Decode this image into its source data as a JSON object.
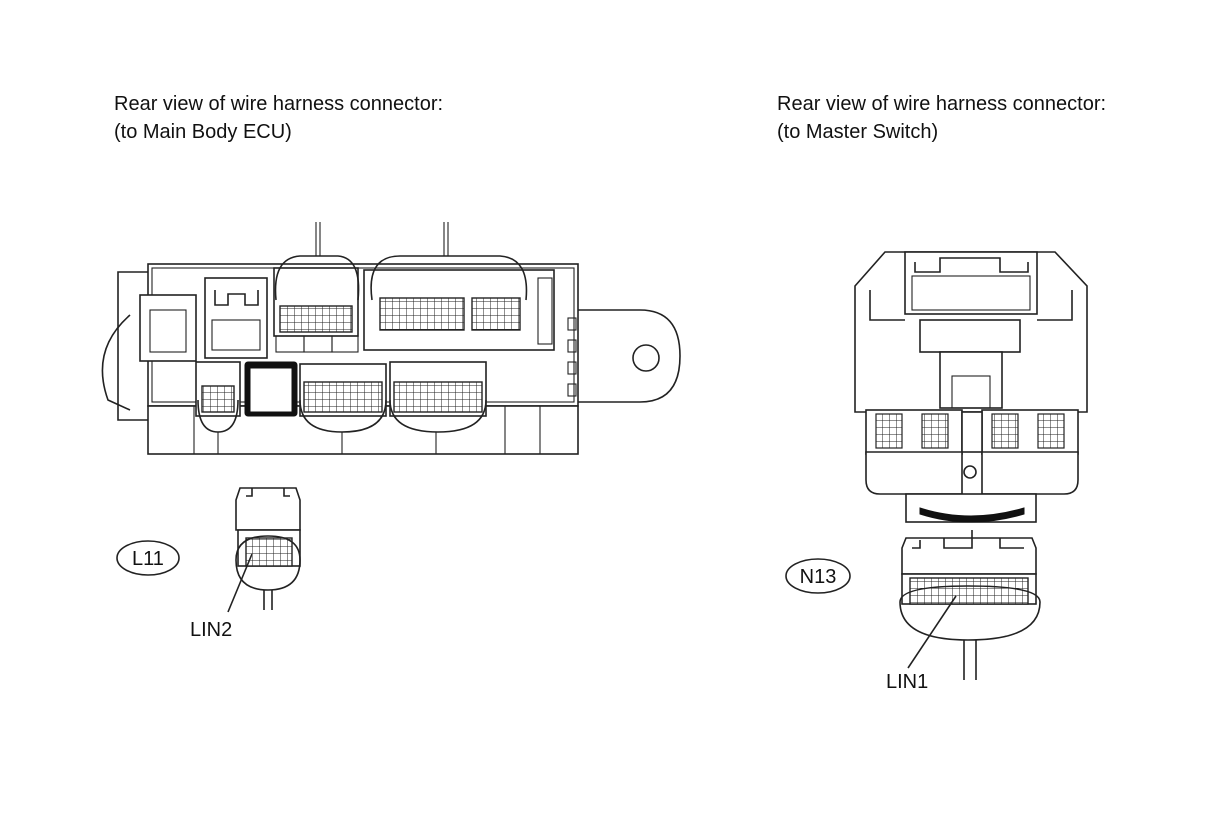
{
  "left_caption": {
    "line1": "Rear view of wire harness connector:",
    "line2": "(to Main Body ECU)"
  },
  "right_caption": {
    "line1": "Rear view of wire harness connector:",
    "line2": "(to Master Switch)"
  },
  "connectors": [
    {
      "code": "L11",
      "terminal_label": "LIN2"
    },
    {
      "code": "N13",
      "terminal_label": "LIN1"
    }
  ]
}
